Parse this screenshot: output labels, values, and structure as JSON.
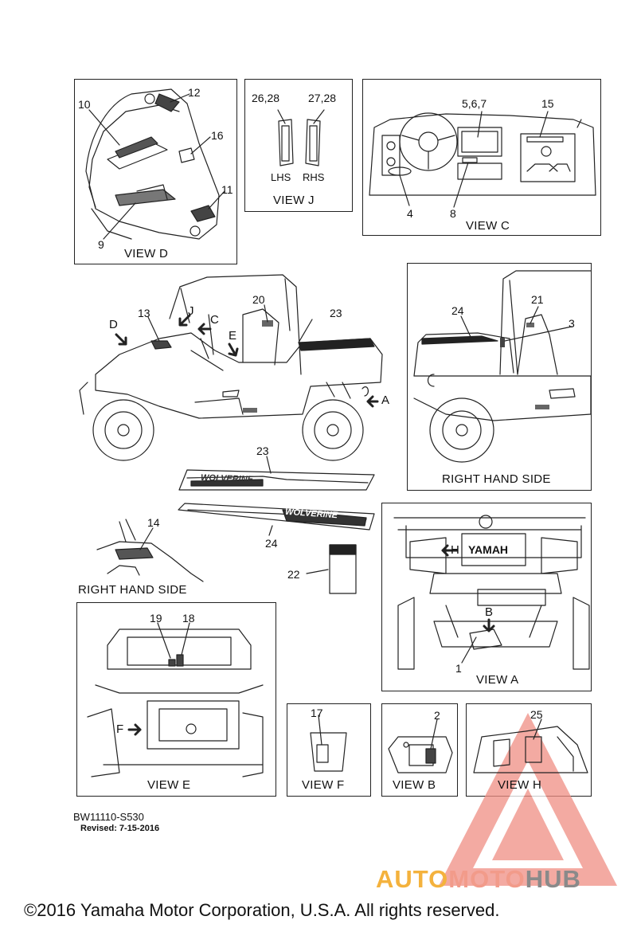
{
  "views": {
    "d": {
      "title": "VIEW D",
      "callouts": [
        "10",
        "12",
        "16",
        "11",
        "9"
      ]
    },
    "j": {
      "title": "VIEW J",
      "left_num": "26,28",
      "right_num": "27,28",
      "lhs": "LHS",
      "rhs": "RHS"
    },
    "c": {
      "title": "VIEW C",
      "callouts": [
        "5,6,7",
        "15",
        "4",
        "8"
      ]
    },
    "main": {
      "callouts": [
        "D",
        "13",
        "J",
        "C",
        "E",
        "20",
        "23",
        "A"
      ]
    },
    "right": {
      "title": "RIGHT HAND SIDE",
      "callouts": [
        "24",
        "21",
        "3"
      ]
    },
    "decals": {
      "callouts": [
        "23",
        "24"
      ],
      "text": "WOLVERINE"
    },
    "inset14": {
      "callout": "14",
      "title": "RIGHT HAND SIDE"
    },
    "item22": {
      "callout": "22"
    },
    "a": {
      "title": "VIEW A",
      "callouts": [
        "H",
        "B",
        "1"
      ],
      "badge": "YAMAH"
    },
    "e": {
      "title": "VIEW E",
      "callouts": [
        "19",
        "18",
        "F"
      ]
    },
    "f": {
      "title": "VIEW F",
      "callout": "17"
    },
    "b": {
      "title": "VIEW B",
      "callout": "2"
    },
    "h": {
      "title": "VIEW H",
      "callout": "25"
    }
  },
  "footer": {
    "code": "BW11110-S530",
    "revised": "Revised: 7-15-2016",
    "copyright": "©2016 Yamaha Motor Corporation, U.S.A. All rights reserved."
  },
  "watermark": {
    "part1": "AUTO",
    "part2": "MOTO",
    "part3": "HUB"
  }
}
